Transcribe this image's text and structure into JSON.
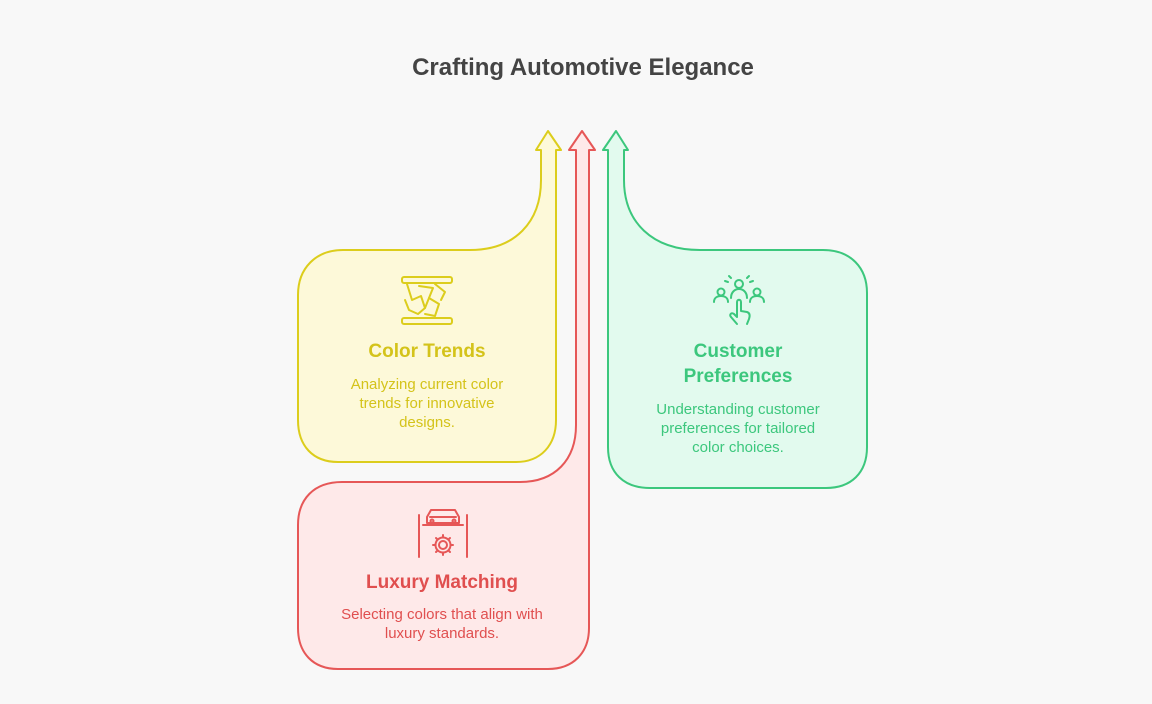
{
  "title": "Crafting Automotive Elegance",
  "colors": {
    "yellow_stroke": "#dccd1c",
    "yellow_fill": "#fdf9d9",
    "yellow_text": "#d4c31a",
    "red_stroke": "#e65757",
    "red_fill": "#fee9e9",
    "red_text": "#e04f4f",
    "green_stroke": "#3cc77d",
    "green_fill": "#e2faee",
    "green_text": "#3cc77d"
  },
  "cards": {
    "color_trends": {
      "heading": "Color Trends",
      "desc_lines": [
        "Analyzing current color",
        "trends for innovative",
        "designs."
      ],
      "icon": "color-swatch-icon"
    },
    "customer_preferences": {
      "heading_lines": [
        "Customer",
        "Preferences"
      ],
      "desc_lines": [
        "Understanding customer",
        "preferences for tailored",
        "color choices."
      ],
      "icon": "customer-selection-icon"
    },
    "luxury_matching": {
      "heading": "Luxury Matching",
      "desc_lines": [
        "Selecting colors that align with",
        "luxury standards."
      ],
      "icon": "car-lift-gear-icon"
    }
  }
}
